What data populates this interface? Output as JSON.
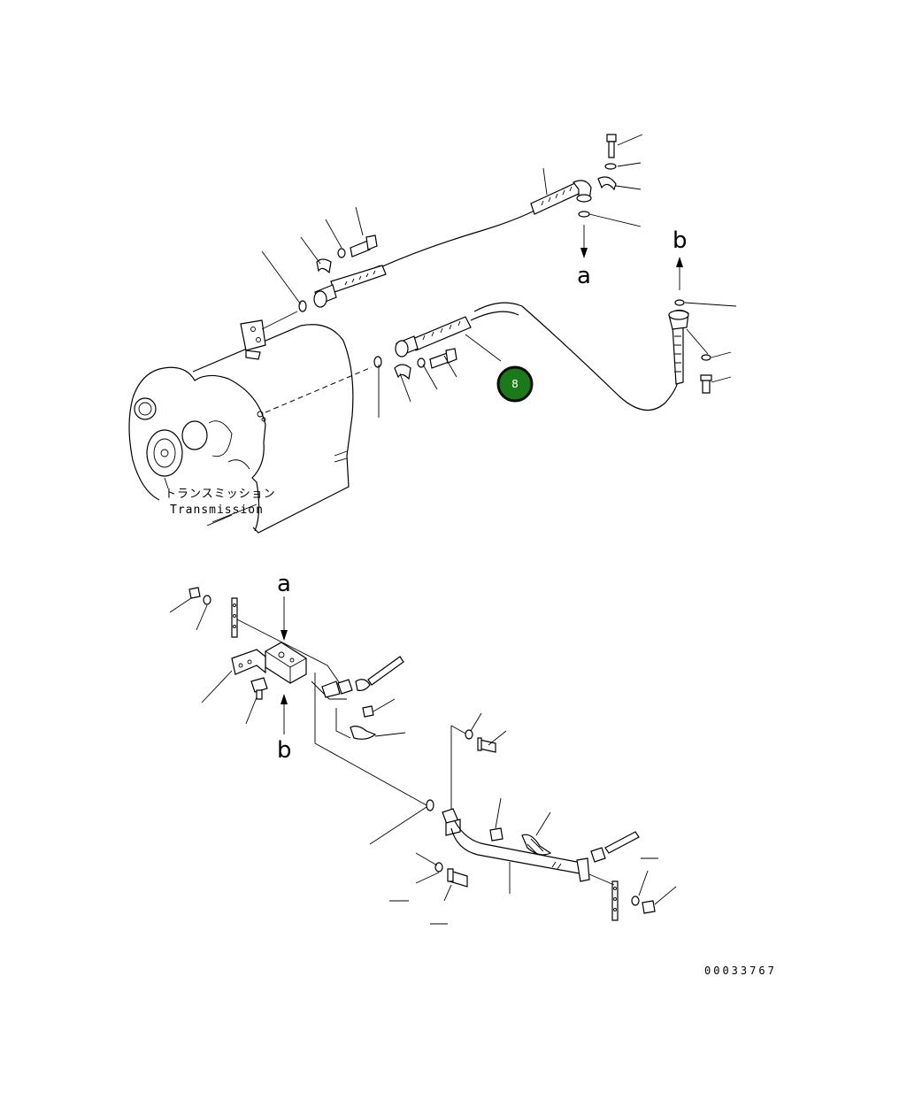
{
  "labels": {
    "transmission_jp": "トランスミッション",
    "transmission_en": "Transmission",
    "ref_a_top": "a",
    "ref_b_top": "b",
    "ref_a_bottom": "a",
    "ref_b_bottom": "b",
    "drawing_number": "00033767"
  },
  "callout": {
    "number": "8",
    "fill_color": "#1a7a1a",
    "ring_color": "#0a0a0a"
  }
}
